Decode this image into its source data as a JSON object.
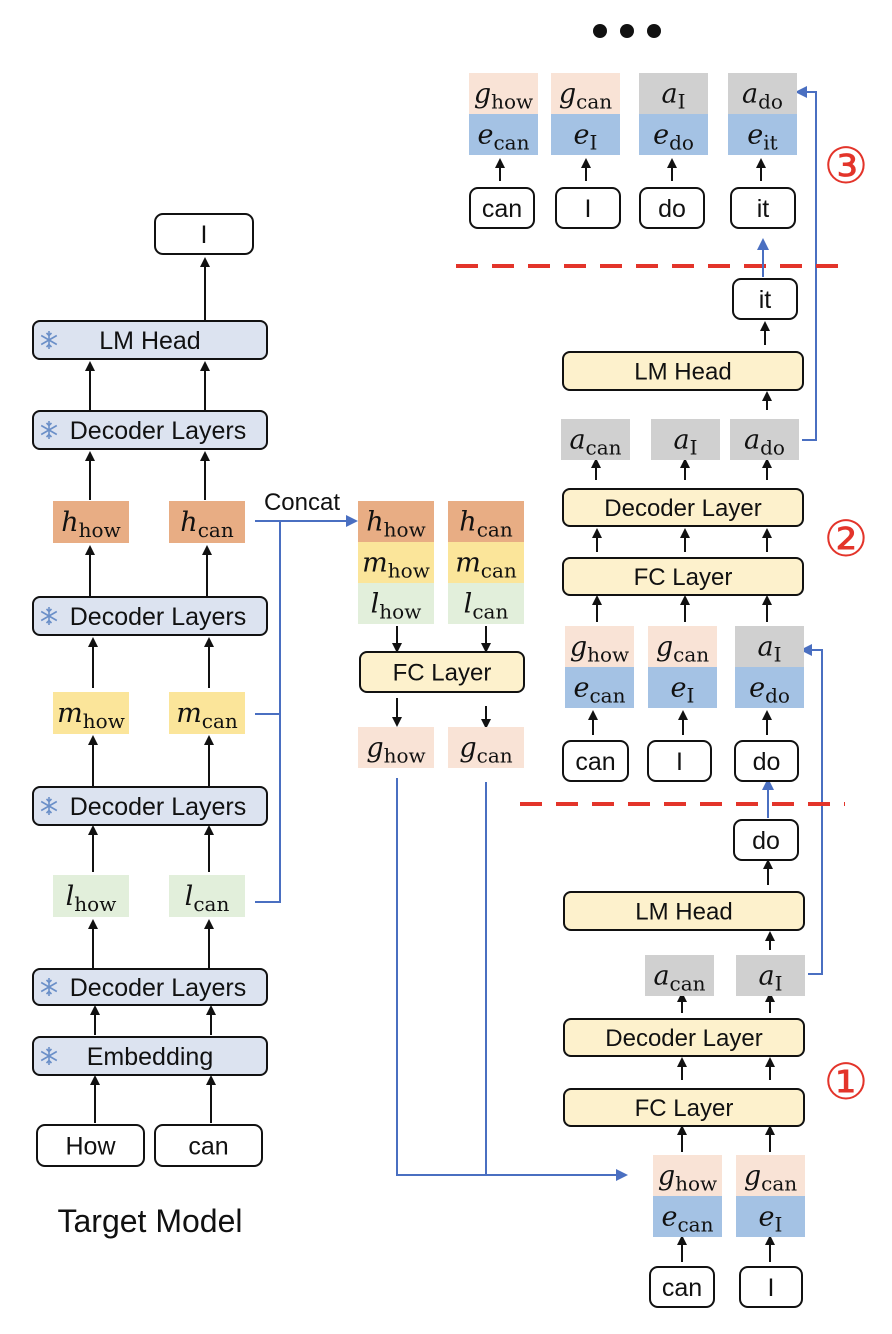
{
  "colors": {
    "frozen_block": "#dce3f0",
    "trainable_block": "#fdf1cc",
    "h_cell": "#e8ad84",
    "m_cell": "#fbe59a",
    "l_cell": "#e2efdb",
    "g_cell": "#f9e3d6",
    "e_cell": "#a4c2e4",
    "a_cell": "#d0d0d0",
    "blue_arrow": "#4a6fc1",
    "red_dash": "#e3342a"
  },
  "ellipsis": "• • •",
  "target_model": {
    "caption": "Target Model",
    "output_token": "I",
    "frozen_icon": "snowflake-icon",
    "blocks": {
      "lm_head": "LM Head",
      "decoder_top": "Decoder Layers",
      "decoder_mid": "Decoder Layers",
      "decoder_low": "Decoder Layers",
      "decoder_bottom": "Decoder Layers",
      "embedding": "Embedding"
    },
    "features": {
      "h": [
        {
          "base": "h",
          "sub": "how"
        },
        {
          "base": "h",
          "sub": "can"
        }
      ],
      "m": [
        {
          "base": "m",
          "sub": "how"
        },
        {
          "base": "m",
          "sub": "can"
        }
      ],
      "l": [
        {
          "base": "l",
          "sub": "how"
        },
        {
          "base": "l",
          "sub": "can"
        }
      ]
    },
    "input_tokens": [
      "How",
      "can"
    ]
  },
  "fusion": {
    "concat_label": "Concat",
    "stack": [
      [
        {
          "base": "h",
          "sub": "how"
        },
        {
          "base": "m",
          "sub": "how"
        },
        {
          "base": "l",
          "sub": "how"
        }
      ],
      [
        {
          "base": "h",
          "sub": "can"
        },
        {
          "base": "m",
          "sub": "can"
        },
        {
          "base": "l",
          "sub": "can"
        }
      ]
    ],
    "fc_label": "FC Layer",
    "outputs": [
      {
        "base": "g",
        "sub": "how"
      },
      {
        "base": "g",
        "sub": "can"
      }
    ]
  },
  "step1": {
    "marker": "①",
    "inputs_g": [
      {
        "base": "g",
        "sub": "how"
      },
      {
        "base": "g",
        "sub": "can"
      }
    ],
    "inputs_e": [
      {
        "base": "e",
        "sub": "can"
      },
      {
        "base": "e",
        "sub": "I"
      }
    ],
    "tokens": [
      "can",
      "I"
    ],
    "fc_label": "FC Layer",
    "decoder_label": "Decoder Layer",
    "a": [
      {
        "base": "a",
        "sub": "can"
      },
      {
        "base": "a",
        "sub": "I"
      }
    ],
    "lm_head_label": "LM Head",
    "output_token": "do"
  },
  "step2": {
    "marker": "②",
    "top_cells": [
      {
        "base": "g",
        "sub": "how"
      },
      {
        "base": "g",
        "sub": "can"
      },
      {
        "base": "a",
        "sub": "I"
      }
    ],
    "inputs_e": [
      {
        "base": "e",
        "sub": "can"
      },
      {
        "base": "e",
        "sub": "I"
      },
      {
        "base": "e",
        "sub": "do"
      }
    ],
    "tokens": [
      "can",
      "I",
      "do"
    ],
    "fc_label": "FC Layer",
    "decoder_label": "Decoder Layer",
    "a": [
      {
        "base": "a",
        "sub": "can"
      },
      {
        "base": "a",
        "sub": "I"
      },
      {
        "base": "a",
        "sub": "do"
      }
    ],
    "lm_head_label": "LM Head",
    "output_token": "it"
  },
  "step3": {
    "marker": "③",
    "top_cells": [
      {
        "base": "g",
        "sub": "how"
      },
      {
        "base": "g",
        "sub": "can"
      },
      {
        "base": "a",
        "sub": "I"
      },
      {
        "base": "a",
        "sub": "do"
      }
    ],
    "inputs_e": [
      {
        "base": "e",
        "sub": "can"
      },
      {
        "base": "e",
        "sub": "I"
      },
      {
        "base": "e",
        "sub": "do"
      },
      {
        "base": "e",
        "sub": "it"
      }
    ],
    "tokens": [
      "can",
      "I",
      "do",
      "it"
    ]
  }
}
